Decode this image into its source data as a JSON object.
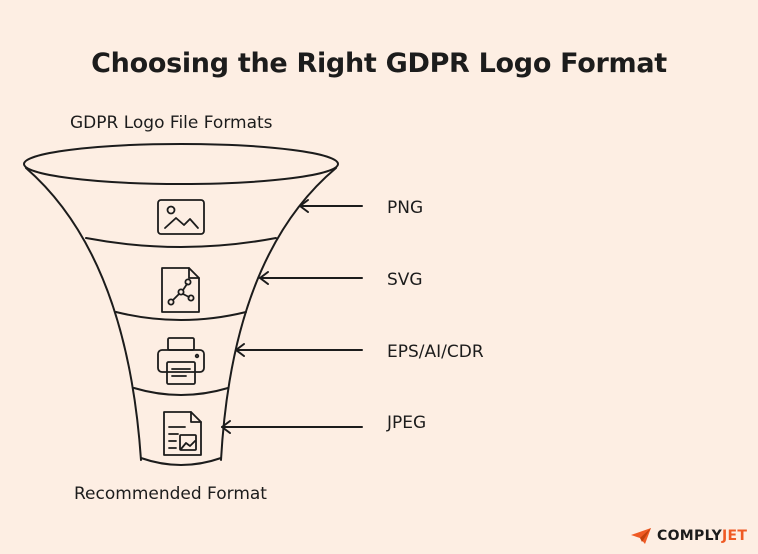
{
  "title": "Choosing the Right GDPR Logo Format",
  "top_label": "GDPR Logo File Formats",
  "bottom_label": "Recommended Format",
  "formats": [
    {
      "label": "PNG",
      "icon": "image-icon"
    },
    {
      "label": "SVG",
      "icon": "vector-file-icon"
    },
    {
      "label": "EPS/AI/CDR",
      "icon": "printer-icon"
    },
    {
      "label": "JPEG",
      "icon": "document-image-icon"
    }
  ],
  "brand": {
    "prefix": "COMPLY",
    "suffix": "JET",
    "accent_color": "#ef5a24"
  },
  "colors": {
    "background": "#fdeee3",
    "stroke": "#1c1c1c"
  }
}
